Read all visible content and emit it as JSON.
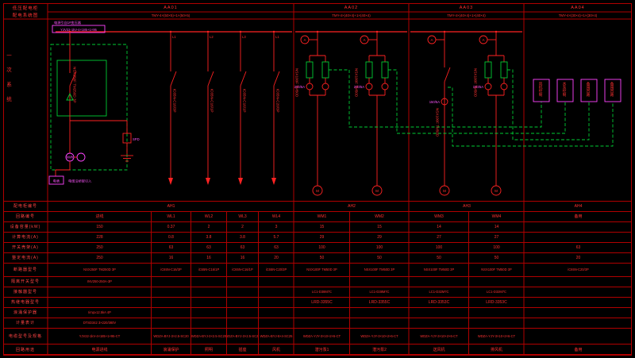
{
  "frame": {
    "corner_title_1": "低压配电柜",
    "corner_title_2": "配电系统图",
    "side_label": "一次系统"
  },
  "colors": {
    "line_red": "#ff2222",
    "text_red": "#ff3232",
    "green": "#00cc33",
    "magenta": "#ff44ff",
    "grid": "#b00000",
    "background": "#000000"
  },
  "header": {
    "sections": [
      {
        "id": "AA01",
        "bus": "TMY-4×(50×5)+1×(50×5)"
      },
      {
        "id": "AA02",
        "bus": "TMY-4×(40×4)+1×(40×4)"
      },
      {
        "id": "AA03",
        "bus": "TMY-4×(40×4)+1×(40×4)"
      },
      {
        "id": "AA04",
        "bus": "TMY-4×(30×4)+1×(30×4)"
      }
    ]
  },
  "schematic": {
    "incomer": {
      "source_note": "电源引自1#变压器",
      "cable": "YJV22-1kV-4×185+1×95",
      "breaker_spec": "NSX250F TM250D 3P",
      "meter_label": "kWh",
      "box_label": "电表",
      "note": "电缆沿桥架引入"
    },
    "spd": {
      "label": "SPD"
    },
    "feeders": [
      {
        "top": "L1",
        "spec": "iC65N-C16/3P"
      },
      {
        "top": "L2",
        "spec": "iC65N-C16/1P"
      },
      {
        "top": "L3",
        "spec": "iC65N-C16/1P"
      },
      {
        "top": "L1",
        "spec": "iC65N-C20/3P"
      }
    ],
    "motor_groups": [
      {
        "ammeter": "A",
        "ct": "200/5A",
        "spec": "NSX100F TM50D",
        "motor": "M"
      },
      {
        "ammeter": "A",
        "ct": "200/5A",
        "spec": "NSX100F TM50D",
        "motor": "M"
      },
      {
        "ammeter": "A",
        "ct": "150/5A",
        "spec": "NSX100F TM50D",
        "motor": "M"
      },
      {
        "ammeter": "A",
        "ct": "150/5A",
        "spec": "NSX100F TM50D",
        "motor": "M"
      }
    ],
    "aa04_boxes": [
      {
        "label": "风机控制"
      },
      {
        "label": "水泵控制"
      },
      {
        "label": "备用回路"
      },
      {
        "label": "备用回路"
      }
    ]
  },
  "table": {
    "rows": [
      {
        "label": "配电柜编号",
        "cells": [
          {
            "c": 0,
            "s": 5,
            "t": "AH1"
          },
          {
            "c": 5,
            "s": 2,
            "t": "AH2"
          },
          {
            "c": 7,
            "s": 2,
            "t": "AH3"
          },
          {
            "c": 9,
            "t": "AH4"
          }
        ]
      },
      {
        "label": "回路编号",
        "cells": [
          {
            "c": 0,
            "t": "进线"
          },
          {
            "c": 1,
            "t": "WL1"
          },
          {
            "c": 2,
            "t": "WL2"
          },
          {
            "c": 3,
            "t": "WL3"
          },
          {
            "c": 4,
            "t": "WL4"
          },
          {
            "c": 5,
            "t": "WM1"
          },
          {
            "c": 6,
            "t": "WM2"
          },
          {
            "c": 7,
            "t": "WM3"
          },
          {
            "c": 8,
            "t": "WM4"
          },
          {
            "c": 9,
            "t": "备用"
          }
        ]
      },
      {
        "label": "设备容量(kW)",
        "cells": [
          {
            "c": 0,
            "t": "150"
          },
          {
            "c": 1,
            "t": "0.37"
          },
          {
            "c": 2,
            "t": "2"
          },
          {
            "c": 3,
            "t": "2"
          },
          {
            "c": 4,
            "t": "3"
          },
          {
            "c": 5,
            "t": "15"
          },
          {
            "c": 6,
            "t": "15"
          },
          {
            "c": 7,
            "t": "14"
          },
          {
            "c": 8,
            "t": "14"
          }
        ]
      },
      {
        "label": "计算电流(A)",
        "cells": [
          {
            "c": 0,
            "t": "228"
          },
          {
            "c": 1,
            "t": "0.8"
          },
          {
            "c": 2,
            "t": "3.8"
          },
          {
            "c": 3,
            "t": "3.8"
          },
          {
            "c": 4,
            "t": "5.7"
          },
          {
            "c": 5,
            "t": "29"
          },
          {
            "c": 6,
            "t": "29"
          },
          {
            "c": 7,
            "t": "27"
          },
          {
            "c": 8,
            "t": "27"
          }
        ]
      },
      {
        "label": "开关壳架(A)",
        "cells": [
          {
            "c": 0,
            "t": "250"
          },
          {
            "c": 1,
            "t": "63"
          },
          {
            "c": 2,
            "t": "63"
          },
          {
            "c": 3,
            "t": "63"
          },
          {
            "c": 4,
            "t": "63"
          },
          {
            "c": 5,
            "t": "100"
          },
          {
            "c": 6,
            "t": "100"
          },
          {
            "c": 7,
            "t": "100"
          },
          {
            "c": 8,
            "t": "100"
          },
          {
            "c": 9,
            "t": "63"
          }
        ]
      },
      {
        "label": "整定电流(A)",
        "cells": [
          {
            "c": 0,
            "t": "250"
          },
          {
            "c": 1,
            "t": "16"
          },
          {
            "c": 2,
            "t": "16"
          },
          {
            "c": 3,
            "t": "16"
          },
          {
            "c": 4,
            "t": "20"
          },
          {
            "c": 5,
            "t": "50"
          },
          {
            "c": 6,
            "t": "50"
          },
          {
            "c": 7,
            "t": "50"
          },
          {
            "c": 8,
            "t": "50"
          },
          {
            "c": 9,
            "t": "20"
          }
        ]
      },
      {
        "label": "断路器型号",
        "cells": [
          {
            "c": 0,
            "t": "NSX250F TM250D 3P"
          },
          {
            "c": 1,
            "t": "iC65N-C16/3P"
          },
          {
            "c": 2,
            "t": "iC65N-C16/1P"
          },
          {
            "c": 3,
            "t": "iC65N-C16/1P"
          },
          {
            "c": 4,
            "t": "iC65N-C20/3P"
          },
          {
            "c": 5,
            "t": "NSX100F TM50D 3P"
          },
          {
            "c": 6,
            "t": "NSX100F TM50D 3P"
          },
          {
            "c": 7,
            "t": "NSX100F TM50D 3P"
          },
          {
            "c": 8,
            "t": "NSX100F TM50D 3P"
          },
          {
            "c": 9,
            "t": "iC65N-C20/3P"
          }
        ]
      },
      {
        "label": "隔离开关型号",
        "cells": [
          {
            "c": 0,
            "t": "INV250-250A-3P"
          }
        ]
      },
      {
        "label": "接触器型号",
        "cells": [
          {
            "c": 5,
            "t": "LC1-D38M7C"
          },
          {
            "c": 6,
            "t": "LC1-D38M7C"
          },
          {
            "c": 7,
            "t": "LC1-D32M7C"
          },
          {
            "c": 8,
            "t": "LC1-D32M7C"
          }
        ]
      },
      {
        "label": "热继电器型号",
        "cells": [
          {
            "c": 5,
            "t": "LRD-3355C"
          },
          {
            "c": 6,
            "t": "LRD-3355C"
          },
          {
            "c": 7,
            "t": "LRD-3353C"
          },
          {
            "c": 8,
            "t": "LRD-3353C"
          }
        ]
      },
      {
        "label": "浪涌保护器",
        "cells": [
          {
            "c": 0,
            "t": "Iimp≥12.5kA 4P"
          }
        ]
      },
      {
        "label": "计量表计",
        "cells": [
          {
            "c": 0,
            "t": "DTSD342 3×220/380V"
          }
        ]
      },
      {
        "label": "电缆型号及规格",
        "cells": [
          {
            "c": 0,
            "t": "YJV22-1kV-4×185+1×95-CT"
          },
          {
            "c": 1,
            "t": "WDZA-BYJ-3×2.5-SC20"
          },
          {
            "c": 2,
            "t": "WDZA-BYJ-3×2.5-SC20"
          },
          {
            "c": 3,
            "t": "WDZA-BYJ-3×2.5-SC20"
          },
          {
            "c": 4,
            "t": "WDZA-BYJ-5×4-SC25"
          },
          {
            "c": 5,
            "t": "WDZA-YJY-3×10+2×6-CT"
          },
          {
            "c": 6,
            "t": "WDZA-YJY-3×10+2×6-CT"
          },
          {
            "c": 7,
            "t": "WDZA-YJY-3×10+2×6-CT"
          },
          {
            "c": 8,
            "t": "WDZA-YJY-3×10+2×6-CT"
          }
        ]
      },
      {
        "label": "回路用途",
        "cells": [
          {
            "c": 0,
            "t": "电源进线"
          },
          {
            "c": 1,
            "t": "浪涌保护"
          },
          {
            "c": 2,
            "t": "照明"
          },
          {
            "c": 3,
            "t": "插座"
          },
          {
            "c": 4,
            "t": "风机"
          },
          {
            "c": 5,
            "t": "潜污泵1"
          },
          {
            "c": 6,
            "t": "潜污泵2"
          },
          {
            "c": 7,
            "t": "送风机"
          },
          {
            "c": 8,
            "t": "排风机"
          },
          {
            "c": 9,
            "t": "备用"
          }
        ]
      }
    ]
  }
}
